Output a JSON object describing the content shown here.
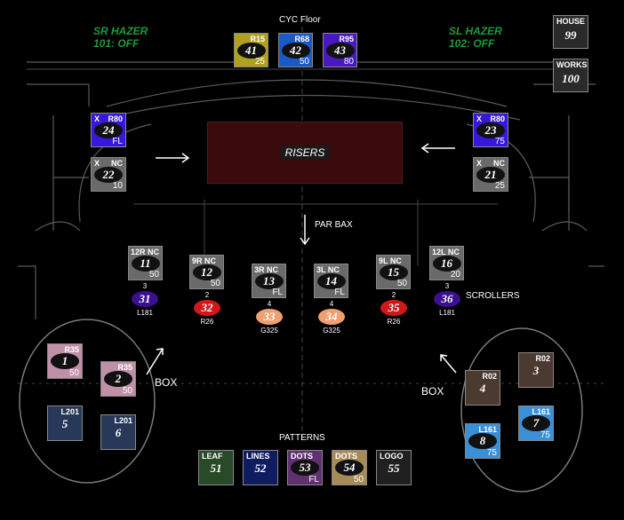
{
  "header": {
    "title": "CYC Floor"
  },
  "hazers": {
    "sr": {
      "name": "SR HAZER",
      "state": "101: OFF"
    },
    "sl": {
      "name": "SL HAZER",
      "state": "102: OFF"
    }
  },
  "house": {
    "label": "HOUSE",
    "num": "99"
  },
  "works": {
    "label": "WORKS",
    "num": "100"
  },
  "cyc": [
    {
      "top": "R15",
      "num": "41",
      "lvl": "25",
      "color": "#b0a020"
    },
    {
      "top": "R68",
      "num": "42",
      "lvl": "50",
      "color": "#1a5ac8"
    },
    {
      "top": "R95",
      "num": "43",
      "lvl": "80",
      "color": "#4a18c0"
    }
  ],
  "side_left": [
    {
      "tl": "X",
      "top": "R80",
      "num": "24",
      "lvl": "FL",
      "color": "#3818d8"
    },
    {
      "tl": "X",
      "top": "NC",
      "num": "22",
      "lvl": "10",
      "color": "#6a6a6a"
    }
  ],
  "side_right": [
    {
      "tl": "X",
      "top": "R80",
      "num": "23",
      "lvl": "75",
      "color": "#3818d8"
    },
    {
      "tl": "X",
      "top": "NC",
      "num": "21",
      "lvl": "25",
      "color": "#6a6a6a"
    }
  ],
  "risers": {
    "label": "RISERS"
  },
  "parbax": {
    "label": "PAR BAX"
  },
  "scrollers_label": "SCROLLERS",
  "patterns_label": "PATTERNS",
  "box_label": "BOX",
  "booms": [
    {
      "top": "12R NC",
      "num": "11",
      "lvl": "50",
      "cnt": "3",
      "snum": "31",
      "gel": "L181",
      "scolor": "#3a1090"
    },
    {
      "top": "9R   NC",
      "num": "12",
      "lvl": "50",
      "cnt": "2",
      "snum": "32",
      "gel": "R26",
      "scolor": "#d01818"
    },
    {
      "top": "3R   NC",
      "num": "13",
      "lvl": "FL",
      "cnt": "4",
      "snum": "33",
      "gel": "G325",
      "scolor": "#f0a070"
    },
    {
      "top": "3L   NC",
      "num": "14",
      "lvl": "FL",
      "cnt": "4",
      "snum": "34",
      "gel": "G325",
      "scolor": "#f0a070"
    },
    {
      "top": "9L   NC",
      "num": "15",
      "lvl": "50",
      "cnt": "2",
      "snum": "35",
      "gel": "R26",
      "scolor": "#d01818"
    },
    {
      "top": "12L NC",
      "num": "16",
      "lvl": "20",
      "cnt": "3",
      "snum": "36",
      "gel": "L181",
      "scolor": "#3a1090"
    }
  ],
  "box_left": [
    {
      "top": "R35",
      "num": "1",
      "lvl": "50",
      "color": "#c090a8"
    },
    {
      "top": "R35",
      "num": "2",
      "lvl": "50",
      "color": "#c090a8"
    },
    {
      "top": "L201",
      "num": "5",
      "lvl": "",
      "color": "#283858"
    },
    {
      "top": "L201",
      "num": "6",
      "lvl": "",
      "color": "#283858"
    }
  ],
  "box_right": [
    {
      "top": "R02",
      "num": "4",
      "lvl": "",
      "color": "#4a3a30"
    },
    {
      "top": "R02",
      "num": "3",
      "lvl": "",
      "color": "#4a3a30"
    },
    {
      "top": "L161",
      "num": "7",
      "lvl": "75",
      "color": "#3a90d8"
    },
    {
      "top": "L161",
      "num": "8",
      "lvl": "75",
      "color": "#3a90d8"
    }
  ],
  "patterns": [
    {
      "top": "LEAF",
      "num": "51",
      "lvl": "",
      "color": "#284a28"
    },
    {
      "top": "LINES",
      "num": "52",
      "lvl": "",
      "color": "#101c60"
    },
    {
      "top": "DOTS",
      "num": "53",
      "lvl": "FL",
      "color": "#603070"
    },
    {
      "top": "DOTS",
      "num": "54",
      "lvl": "50",
      "color": "#a88a58"
    },
    {
      "top": "LOGO",
      "num": "55",
      "lvl": "",
      "color": "#202020"
    }
  ]
}
